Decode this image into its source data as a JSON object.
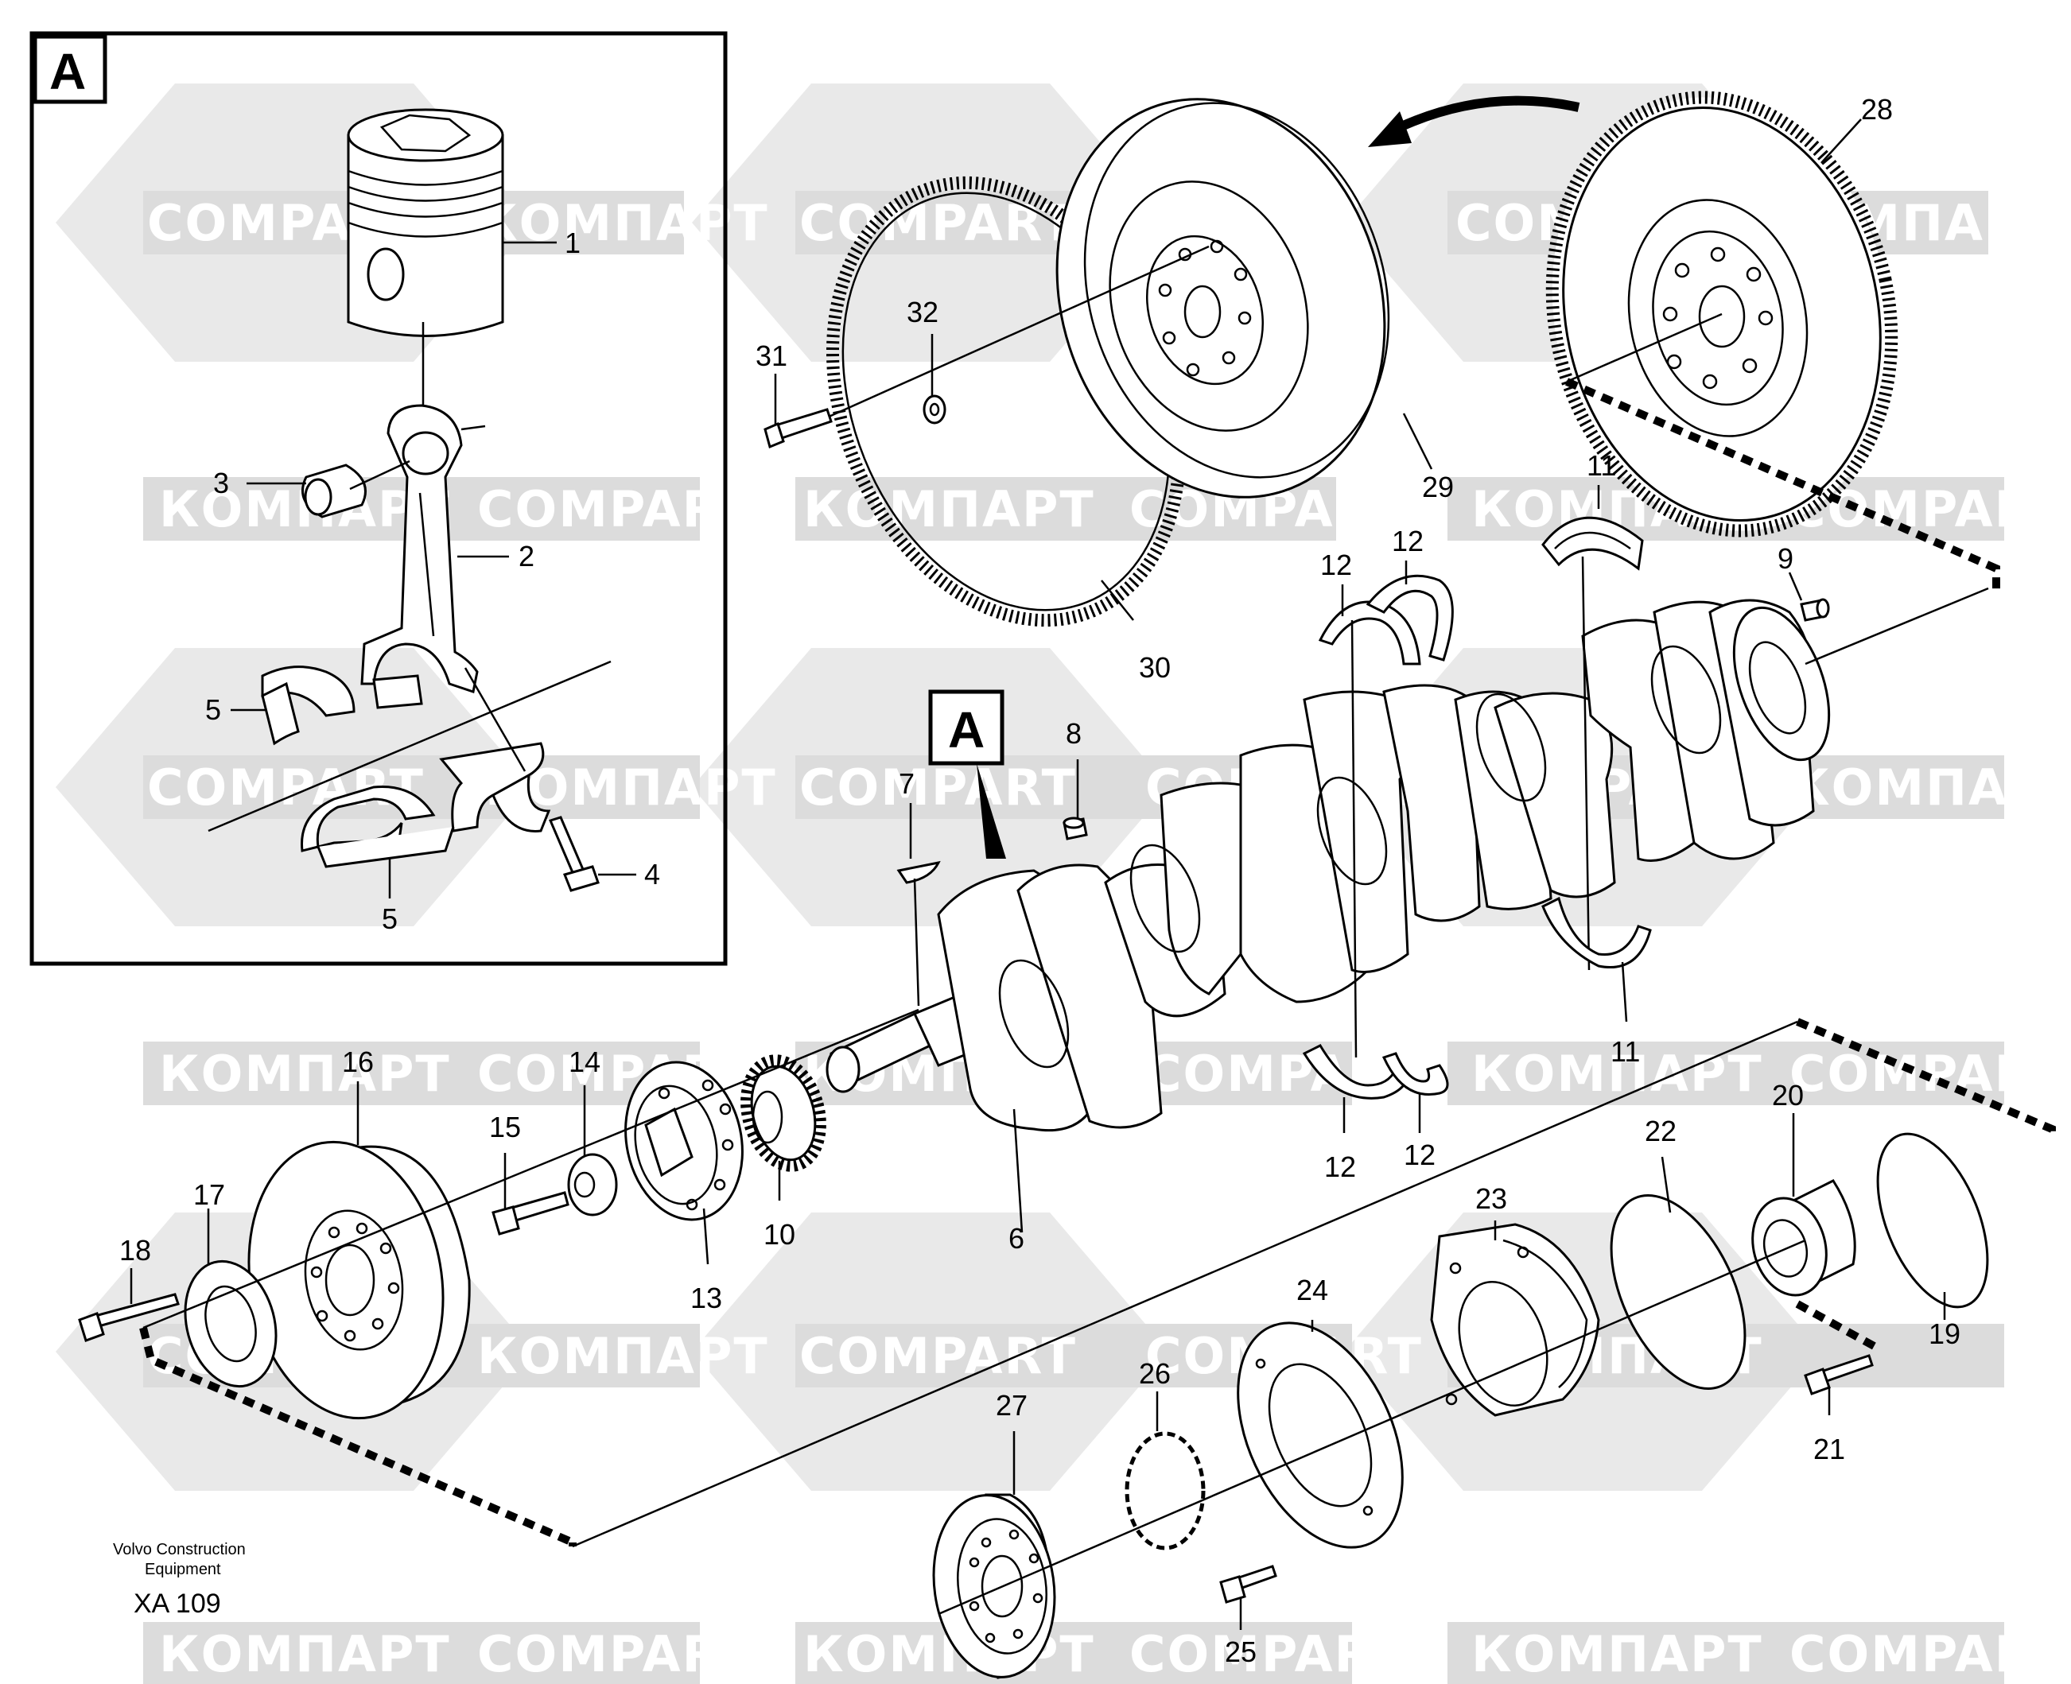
{
  "watermarks": {
    "latin": "COMPART",
    "cyrillic": "КОМПАРТ"
  },
  "inset": {
    "tag": "A"
  },
  "crank_tag": "A",
  "callouts": {
    "c1": "1",
    "c2": "2",
    "c3": "3",
    "c4": "4",
    "c5a": "5",
    "c5b": "5",
    "c6": "6",
    "c7": "7",
    "c8": "8",
    "c9": "9",
    "c10": "10",
    "c11a": "11",
    "c11b": "11",
    "c12a": "12",
    "c12b": "12",
    "c12c": "12",
    "c12d": "12",
    "c13": "13",
    "c14": "14",
    "c15": "15",
    "c16": "16",
    "c17": "17",
    "c18": "18",
    "c19": "19",
    "c20": "20",
    "c21": "21",
    "c22": "22",
    "c23": "23",
    "c24": "24",
    "c25": "25",
    "c26": "26",
    "c27": "27",
    "c28": "28",
    "c29": "29",
    "c30": "30",
    "c31": "31",
    "c32": "32"
  },
  "footer": {
    "maker_line1": "Volvo Construction",
    "maker_line2": "Equipment",
    "code": "XA 109"
  }
}
